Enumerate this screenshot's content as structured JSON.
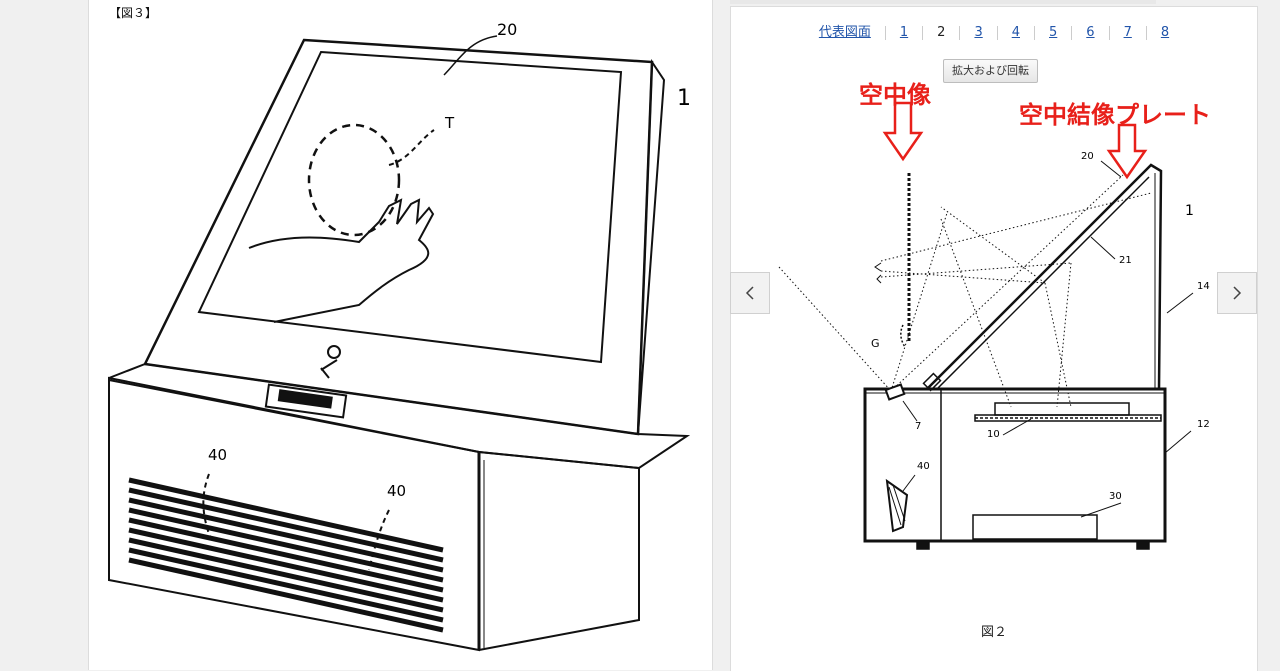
{
  "left_figure": {
    "caption": "【図３】",
    "labels": {
      "screen": "20",
      "device": "1",
      "aerial_image": "T",
      "speaker_a": "40",
      "speaker_b": "40"
    }
  },
  "viewer": {
    "page_nav": [
      "代表図面",
      "1",
      "2",
      "3",
      "4",
      "5",
      "6",
      "7",
      "8"
    ],
    "current_page": "2",
    "zoom_button": "拡大および回転",
    "figure_label": "図２",
    "annotations": {
      "aerial_image": "空中像",
      "imaging_plate": "空中結像プレート"
    },
    "labels": {
      "plate": "20",
      "device": "1",
      "plate_surface": "21",
      "upper_housing": "14",
      "lower_housing": "12",
      "camera": "7",
      "display": "10",
      "speaker": "40",
      "unit": "30",
      "image_label": "G"
    },
    "annotation_color": "#e8201a"
  }
}
